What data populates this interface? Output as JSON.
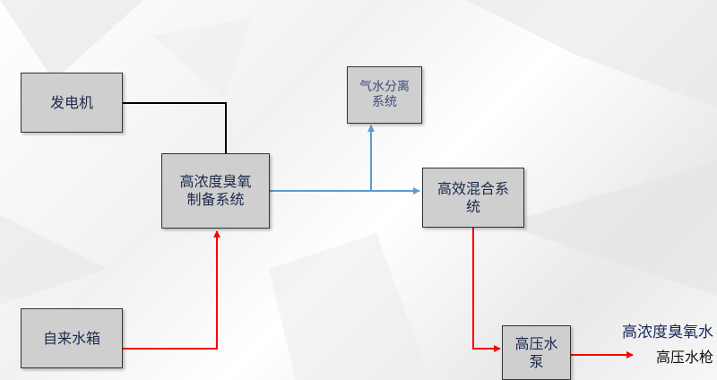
{
  "nodes": {
    "generator": "发电机",
    "ozone_prep": "高浓度臭氧\n制备系统",
    "gas_water_sep": "气水分离\n系统",
    "mixing": "高效混合系\n统",
    "water_tank": "自来水箱",
    "hp_pump": "高压水\n泵"
  },
  "outputs": {
    "line1": "高浓度臭氧水",
    "line2": "高压水枪"
  },
  "colors": {
    "box_fill": "#cfcfcf",
    "power_line": "#000000",
    "gas_line": "#5b9bd5",
    "water_line": "#ff0000"
  }
}
